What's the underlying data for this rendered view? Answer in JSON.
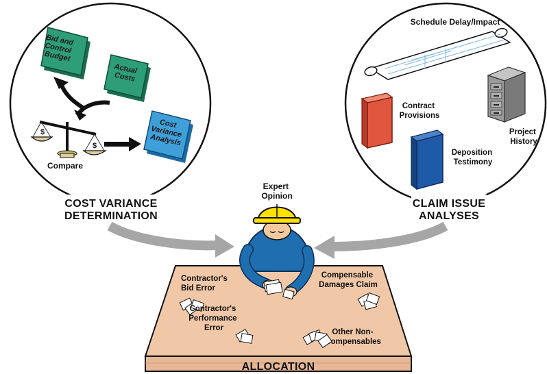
{
  "left_panel": {
    "title_line1": "COST VARIANCE",
    "title_line2": "DETERMINATION",
    "budget_book": [
      "Bid and",
      "Control",
      "Budget"
    ],
    "actual_book": [
      "Actual",
      "Costs"
    ],
    "analysis_book": [
      "Cost",
      "Variance",
      "Analysis"
    ],
    "scale_symbol_left": "$",
    "scale_symbol_right": "$",
    "compare_label": "Compare"
  },
  "right_panel": {
    "title_line1": "CLAIM ISSUE",
    "title_line2": "ANALYSES",
    "schedule_label": "Schedule Delay/Impact",
    "contract_label": [
      "Contract",
      "Provisions"
    ],
    "deposition_label": [
      "Deposition",
      "Testimony"
    ],
    "history_label": [
      "Project",
      "History"
    ]
  },
  "center": {
    "expert_label": [
      "Expert",
      "Opinion"
    ],
    "contractor_bid_error": [
      "Contractor's",
      "Bid Error"
    ],
    "contractor_performance_error": [
      "Contractor's",
      "Performance",
      "Error"
    ],
    "compensable_claim": [
      "Compensable",
      "Damages Claim"
    ],
    "other_noncompensables": [
      "Other Non-",
      "compensables"
    ],
    "allocation_label": "ALLOCATION"
  },
  "colors": {
    "green_book": "#2e9e78",
    "blue_book": "#3f9fd8",
    "red_book": "#e0563f",
    "navy_book": "#1f5aa8",
    "table_top": "#f0c8a8",
    "table_front": "#e8b896",
    "helmet": "#ffe000",
    "shirt": "#1f6eb0",
    "arrow_gray": "#a6a6a6",
    "cabinet": "#9a9a9a"
  }
}
